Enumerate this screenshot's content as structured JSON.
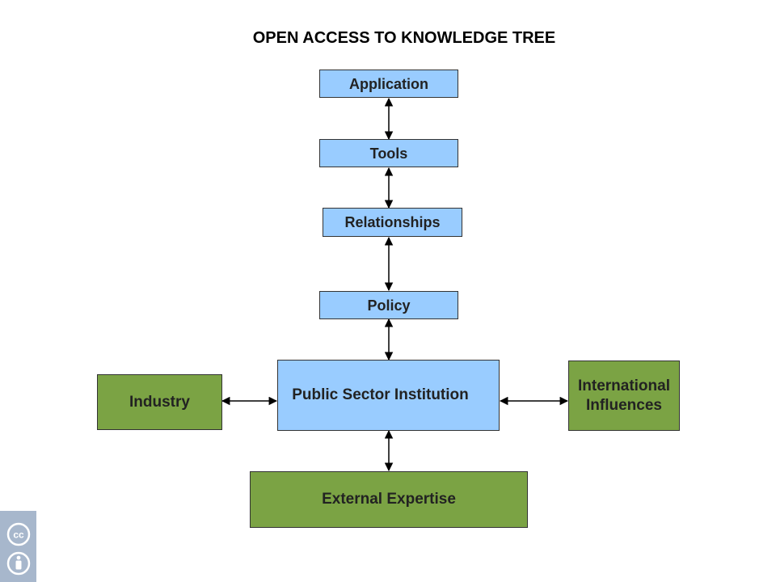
{
  "title": "OPEN ACCESS TO KNOWLEDGE TREE",
  "nodes": {
    "application": "Application",
    "tools": "Tools",
    "relationships": "Relationships",
    "policy": "Policy",
    "public_sector": "Public Sector Institution",
    "industry": "Industry",
    "international": "International Influences",
    "external": "External Expertise"
  },
  "colors": {
    "blue_box": "#99ccff",
    "green_box": "#7ba344",
    "border": "#333333",
    "badge": "#a7b7cc"
  },
  "license_badge": {
    "icons": [
      "cc-icon",
      "attribution-icon"
    ]
  }
}
